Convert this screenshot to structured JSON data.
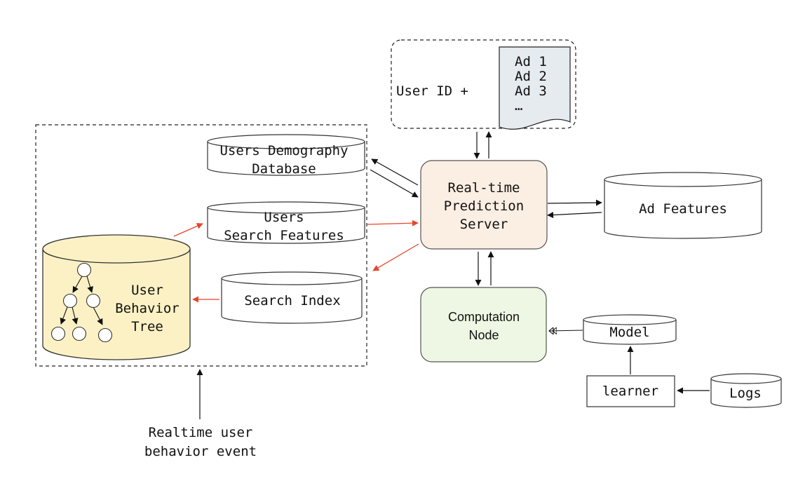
{
  "request": {
    "prefix": "User ID +",
    "ads": [
      "Ad 1",
      "Ad 2",
      "Ad 3",
      "…"
    ]
  },
  "server": {
    "lines": [
      "Real-time",
      "Prediction",
      "Server"
    ]
  },
  "demography_db": {
    "lines": [
      "Users Demography",
      "Database"
    ]
  },
  "search_features": {
    "lines": [
      "Users",
      "Search Features"
    ]
  },
  "search_index": {
    "label": "Search Index"
  },
  "behavior_tree": {
    "lines": [
      "User",
      "Behavior",
      "Tree"
    ]
  },
  "ad_features": {
    "label": "Ad Features"
  },
  "computation_node": {
    "lines": [
      "Computation",
      "Node"
    ]
  },
  "model": {
    "label": "Model"
  },
  "learner": {
    "label": "learner"
  },
  "logs": {
    "label": "Logs"
  },
  "event": {
    "lines": [
      "Realtime user",
      "behavior event"
    ]
  },
  "colors": {
    "server_fill": "#fbeee2",
    "computation_fill": "#eef7e3",
    "tree_fill": "#fbf1c4",
    "doc_fill": "#e6ebef",
    "red_arrow": "#e8452c"
  }
}
